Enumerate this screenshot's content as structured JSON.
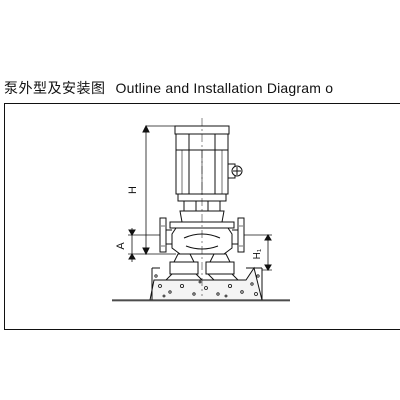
{
  "header": {
    "title_cn": "泵外型及安装图",
    "title_en": "Outline and Installation Diagram o"
  },
  "diagram": {
    "dim_labels": {
      "H": "H",
      "A": "A",
      "H1": "H₁"
    },
    "line_color": "#111111",
    "foundation_fill": "#f4f4f4"
  }
}
